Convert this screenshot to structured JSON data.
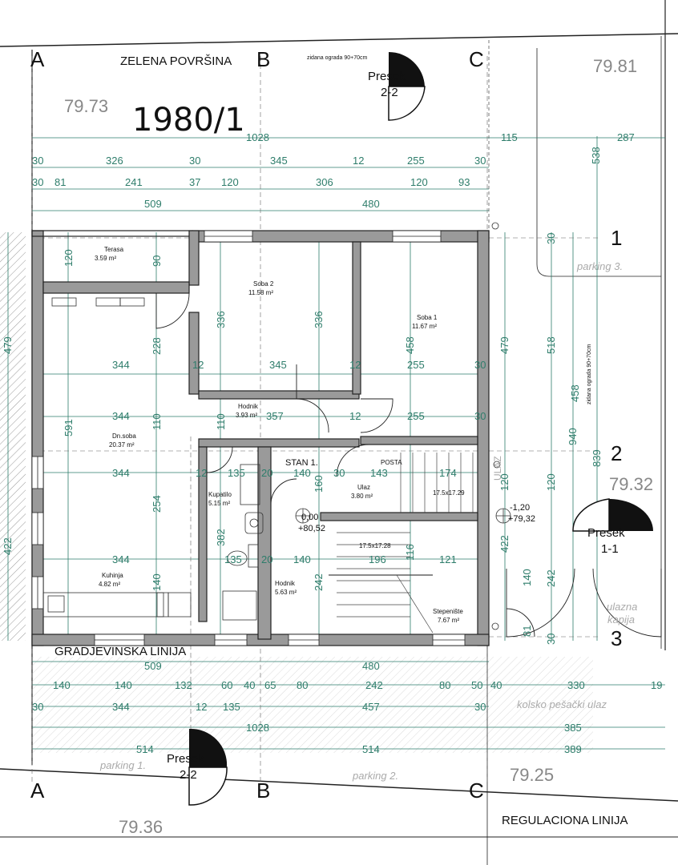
{
  "plan": {
    "parcel_no": "1980/1",
    "labels": {
      "zelena": "ZELENA POVRŠINA",
      "ograda_top": "zidana ograda 90+70cm",
      "ograda_right": "zidana ograda 90+70cm",
      "gradjevinska": "GRADJEVINSKA LINIJA",
      "regulaciona": "REGULACIONA LINIJA",
      "parking1": "parking 1.",
      "parking2": "parking 2.",
      "parking3": "parking 3.",
      "kolsko": "kolsko pešački ulaz",
      "ulazna": "ulazna",
      "kapija": "kapija",
      "ulaz_vert": "ULAZ",
      "stan": "STAN 1."
    },
    "axis_letters": {
      "a": "A",
      "b": "B",
      "c": "C"
    },
    "axis_numbers": {
      "n1": "1",
      "n2": "2",
      "n3": "3"
    },
    "sections": {
      "presek_word": "Presek",
      "s22": "2-2",
      "s11": "1-1"
    },
    "elevations": {
      "tl": "79.73",
      "tr": "79.81",
      "r": "79.32",
      "bl": "79.36",
      "br": "79.25",
      "lvl0": "0,00",
      "lvl0b": "+80,52",
      "lvlm": "-1,20",
      "lvlmb": "+79,32"
    },
    "rooms": {
      "terasa_n": "Terasa",
      "terasa_a": "3.59 m²",
      "soba2_n": "Soba 2",
      "soba2_a": "11.58 m²",
      "soba1_n": "Soba 1",
      "soba1_a": "11.67 m²",
      "hodnik1_n": "Hodnik",
      "hodnik1_a": "3.93 m²",
      "dnsoba_n": "Dn.soba",
      "dnsoba_a": "20.37 m²",
      "kupatilo_n": "Kupatilo",
      "kupatilo_a": "5.15 m²",
      "ulaz_n": "Ulaz",
      "ulaz_a": "3.80 m²",
      "kuhinja_n": "Kuhinja",
      "kuhinja_a": "4.82 m²",
      "hodnik2_n": "Hodnik",
      "hodnik2_a": "5.63 m²",
      "stepen_n": "Stepenište",
      "stepen_a": "7.67 m²",
      "posta": "POSTA",
      "stair1": "17.5x17.29",
      "stair2": "17.5x17.28"
    },
    "dims": {
      "d1028t": "1028",
      "d115": "115",
      "d287": "287",
      "d538": "538",
      "r1_30a": "30",
      "r1_326": "326",
      "r1_30b": "30",
      "r1_345": "345",
      "r1_12": "12",
      "r1_255": "255",
      "r1_30c": "30",
      "r2_30": "30",
      "r2_81": "81",
      "r2_241": "241",
      "r2_37": "37",
      "r2_120a": "120",
      "r2_306": "306",
      "r2_120b": "120",
      "r2_93": "93",
      "r3_509": "509",
      "r3_480": "480",
      "b1_509": "509",
      "b1_480": "480",
      "b2_140a": "140",
      "b2_140b": "140",
      "b2_132": "132",
      "b2_60": "60",
      "b2_40a": "40",
      "b2_65": "65",
      "b2_80a": "80",
      "b2_242": "242",
      "b2_80b": "80",
      "b2_50": "50",
      "b2_40b": "40",
      "b2_330": "330",
      "b2_19": "19",
      "b3_30a": "30",
      "b3_344": "344",
      "b3_12": "12",
      "b3_135": "135",
      "b3_457": "457",
      "b3_30b": "30",
      "b4_1028": "1028",
      "b4_385": "385",
      "b5_514a": "514",
      "b5_514b": "514",
      "b5_389": "389",
      "i_344a": "344",
      "i_12a": "12",
      "i_345": "345",
      "i_12b": "12",
      "i_255a": "255",
      "i_30a": "30",
      "i_344b": "344",
      "i_357": "357",
      "i_12c": "12",
      "i_255b": "255",
      "i_30b": "30",
      "i_344c": "344",
      "i_12d": "12",
      "i_135a": "135",
      "i_20a": "20",
      "i_140a": "140",
      "i_30c": "30",
      "i_143": "143",
      "i_174": "174",
      "i_344d": "344",
      "i_135b": "135",
      "i_20b": "20",
      "i_140b": "140",
      "i_196": "196",
      "i_121": "121",
      "v_120": "120",
      "v_90": "90",
      "v_336a": "336",
      "v_336b": "336",
      "v_458a": "458",
      "v_228": "228",
      "v_591": "591",
      "v_110a": "110",
      "v_110b": "110",
      "v_254": "254",
      "v_160": "160",
      "v_382": "382",
      "v_242": "242",
      "v_140": "140",
      "v_116": "116",
      "v_479l": "479",
      "v_422l": "422",
      "v_479r": "479",
      "v_518": "518",
      "v_458b": "458",
      "v_940": "940",
      "v_839": "839",
      "v_120r1": "120",
      "v_120r2": "120",
      "v_422r": "422",
      "v_140r": "140",
      "v_242r": "242",
      "v_81": "81",
      "v_30r1": "30",
      "v_30r2": "30"
    }
  }
}
